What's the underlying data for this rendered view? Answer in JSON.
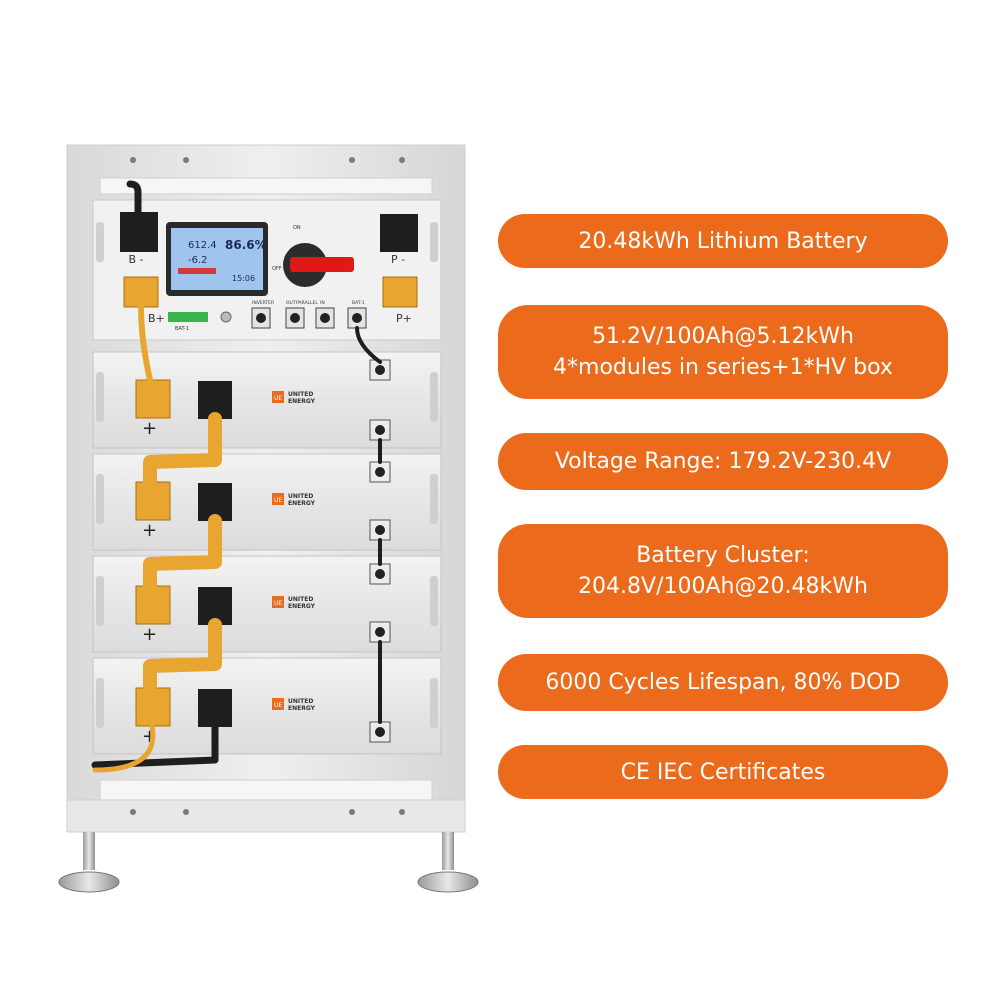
{
  "brand": {
    "line1": "UNITED",
    "line2": "ENERGY",
    "logo_mark": "UE",
    "color": "#ec6a1c"
  },
  "control_panel": {
    "lcd_line1_value": "612.4",
    "lcd_percent": "86.6%",
    "lcd_line2_value": "-6.2",
    "lcd_time": "15:06",
    "terminal_b_minus": "B -",
    "terminal_b_plus": "B+",
    "terminal_p_minus": "P -",
    "terminal_p_plus": "P+",
    "switch_on": "ON",
    "switch_off": "OFF",
    "port_labels": [
      "INVERTER",
      "OUT",
      "PARALLEL",
      "IN",
      "BAT-1"
    ],
    "green_terminal_label": "BAT-1"
  },
  "modules": [
    {
      "plus_label": "+"
    },
    {
      "plus_label": "+"
    },
    {
      "plus_label": "+"
    },
    {
      "plus_label": "+"
    }
  ],
  "features": [
    {
      "lines": [
        "20.48kWh Lithium Battery"
      ]
    },
    {
      "lines": [
        "51.2V/100Ah@5.12kWh",
        "4*modules in series+1*HV box"
      ]
    },
    {
      "lines": [
        "Voltage Range: 179.2V-230.4V"
      ]
    },
    {
      "lines": [
        "Battery Cluster:",
        "204.8V/100Ah@20.48kWh"
      ]
    },
    {
      "lines": [
        "6000 Cycles Lifespan, 80% DOD"
      ]
    },
    {
      "lines": [
        "CE IEC Certificates"
      ]
    }
  ],
  "colors": {
    "accent_orange": "#ec6a1c",
    "connector_yellow": "#e8a630",
    "frame_gray": "#e4e4e4",
    "lcd_blue": "#9fc4ee"
  }
}
